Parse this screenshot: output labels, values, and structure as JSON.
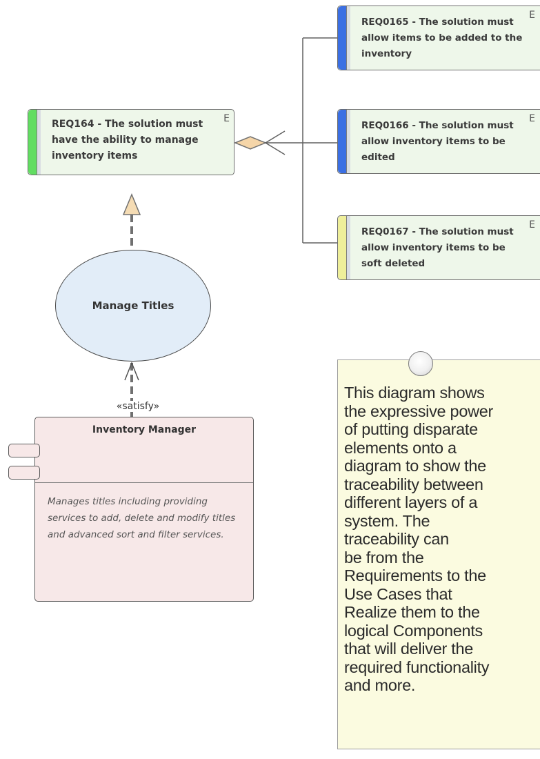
{
  "requirements": {
    "main": {
      "text": "REQ164 - The solution must have the ability to manage inventory items",
      "tag": "E",
      "bar_color": "#62dd62"
    },
    "r165": {
      "text": "REQ0165 - The solution must allow items to be added to the inventory",
      "tag": "E",
      "bar_color": "#3b6fe3"
    },
    "r166": {
      "text": "REQ0166 - The solution must allow inventory items to be edited",
      "tag": "E",
      "bar_color": "#3b6fe3"
    },
    "r167": {
      "text": "REQ0167 - The solution must allow inventory items to be soft deleted",
      "tag": "E",
      "bar_color": "#efef9a"
    }
  },
  "usecase": {
    "label": "Manage Titles",
    "fill": "#e2edf8"
  },
  "component": {
    "title": "Inventory Manager",
    "notes": "Manages titles including providing services to add, delete and modify titles and advanced sort and filter services.",
    "fill": "#f7e8e8"
  },
  "connectors": {
    "satisfy_label": "«satisfy»"
  },
  "note": {
    "text": "This diagram shows\nthe expressive power\nof putting disparate\nelements onto a\ndiagram to show the\ntraceability between\ndifferent layers of a\nsystem. The\ntraceability can\nbe  from the\nRequirements to the\nUse Cases that\nRealize them to the\nlogical Components\nthat will deliver the\nrequired functionality\nand more.",
    "fill": "#fbfbe0"
  }
}
